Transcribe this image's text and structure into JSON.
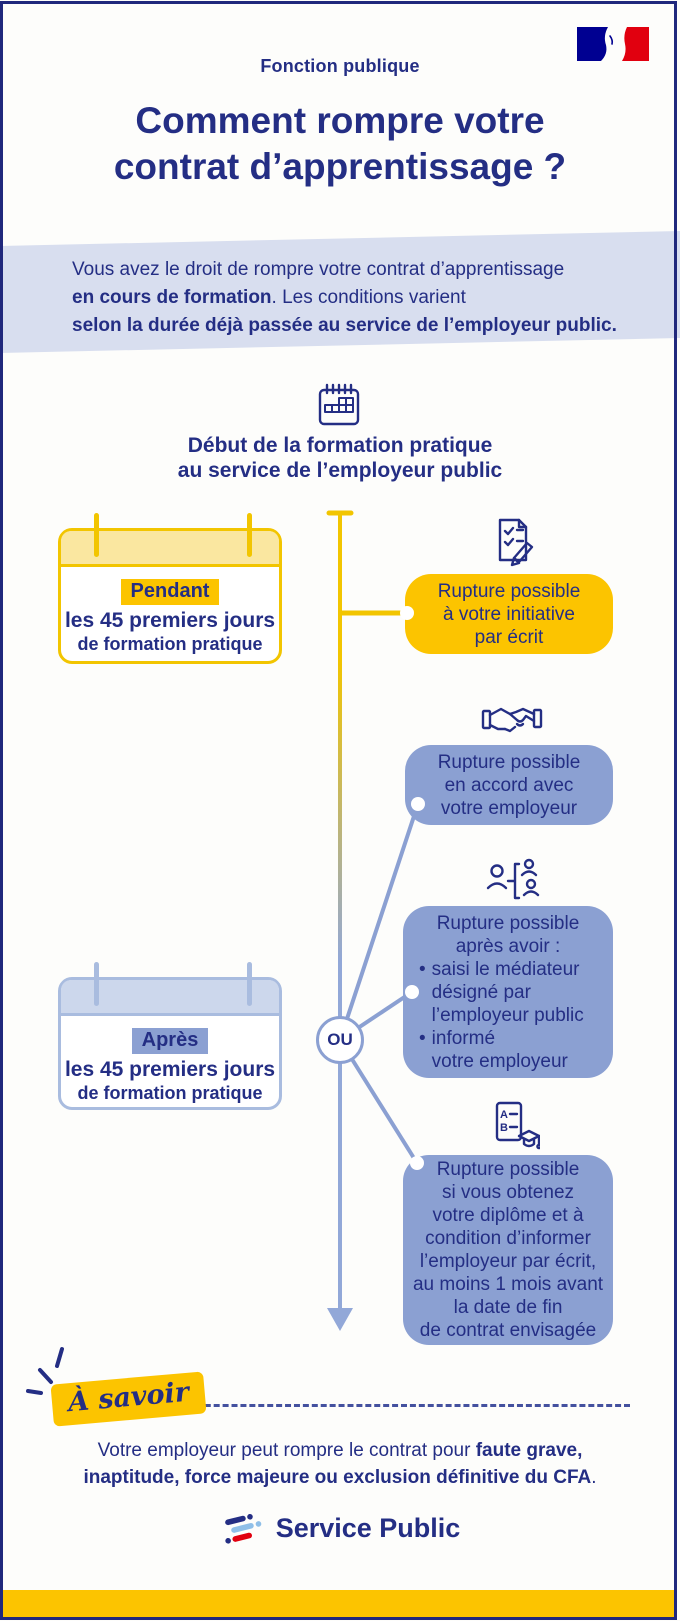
{
  "header": {
    "eyebrow": "Fonction publique",
    "title": "Comment rompre votre\ncontrat d’apprentissage ?"
  },
  "intro": {
    "line1": "Vous avez le droit de rompre votre contrat d’apprentissage",
    "line2_bold": "en cours de formation",
    "line2_regular": ". Les conditions varient",
    "line3_bold": "selon la durée déjà passée au service de l’employeur public."
  },
  "timeline": {
    "start_icon": "calendar-grid-icon",
    "start_title": "Début de la formation pratique\nau service de l’employeur public",
    "or_label": "OU",
    "bullet_char": "•",
    "period_cards": [
      {
        "highlight": "Pendant",
        "line1": "les 45 premiers jours",
        "line2": "de formation pratique"
      },
      {
        "highlight": "Après",
        "line1": "les 45 premiers jours",
        "line2": "de formation pratique"
      }
    ],
    "outcomes": [
      {
        "icon": "document-check-pencil-icon",
        "text": "Rupture possible\nà votre initiative\npar écrit"
      },
      {
        "icon": "handshake-icon",
        "text": "Rupture possible\nen accord avec\nvotre employeur"
      },
      {
        "icon": "mediator-people-icon",
        "intro": "Rupture possible\naprès avoir :",
        "bullets": [
          "saisi le médiateur\ndésigné par\nl’employeur public",
          "informé\nvotre employeur"
        ]
      },
      {
        "icon": "diploma-grades-icon",
        "text": "Rupture possible\nsi vous obtenez\nvotre diplôme et à\ncondition d’informer\nl’employeur par écrit,\nau moins 1 mois avant\nla date de fin\nde contrat envisagée"
      }
    ]
  },
  "footer": {
    "tag": "À savoir",
    "note_line1_regular": "Votre employeur peut rompre le contrat pour ",
    "note_line1_bold": "faute grave,",
    "note_line2_bold": "inaptitude, force majeure ou exclusion définitive du CFA",
    "note_line2_end": "."
  },
  "brand": {
    "logo_icon": "service-public-logo",
    "name": "Service Public",
    "flag_icon": "french-republic-flag-icon"
  },
  "colors": {
    "navy": "#242e84",
    "yellow": "#fcc400",
    "yellow_deep": "#f2c500",
    "bubble_blue": "#8ba0d2",
    "calendar_blue": "#a9bcdf",
    "band_blue": "#d8deef",
    "arrow_blue": "#92a8d8",
    "flag_blue": "#000091",
    "flag_red": "#e1000f"
  }
}
